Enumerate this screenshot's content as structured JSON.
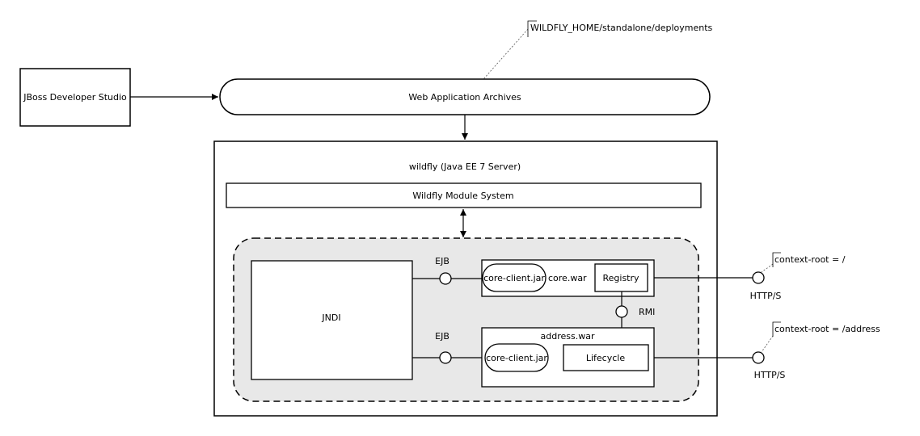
{
  "labels": {
    "jboss": "JBoss Developer Studio",
    "archives": "Web Application Archives",
    "deploy_note": "WILDFLY_HOME/standalone/deployments",
    "server": "wildfly (Java EE 7 Server)",
    "module_system": "Wildfly Module System",
    "jndi": "JNDI",
    "ejb_top": "EJB",
    "ejb_bottom": "EJB",
    "core_client_top": "core-client.jar",
    "core_war": "core.war",
    "registry": "Registry",
    "rmi": "RMI",
    "address_war": "address.war",
    "core_client_bottom": "core-client.jar",
    "lifecycle": "Lifecycle",
    "ctx_root_top": "context-root = /",
    "ctx_root_bottom": "context-root = /address",
    "https_top": "HTTP/S",
    "https_bottom": "HTTP/S"
  },
  "colors": {
    "stroke": "#000000",
    "container_fill": "#e8e8e8",
    "box_fill": "#ffffff"
  }
}
